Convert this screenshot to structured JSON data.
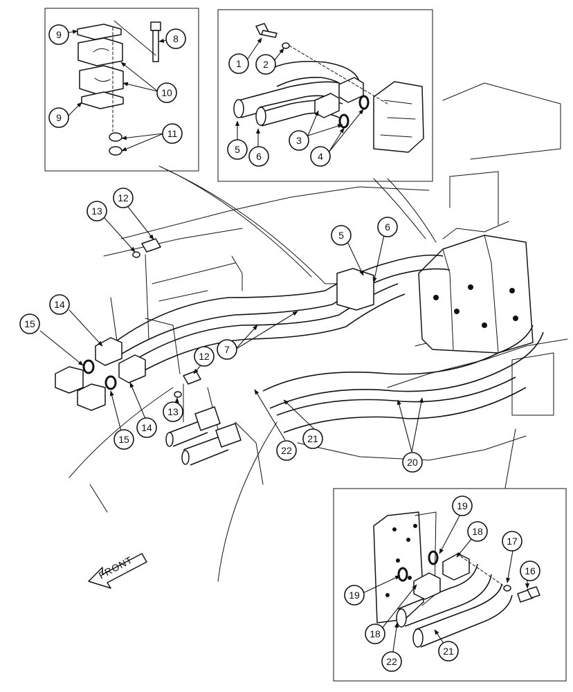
{
  "front_label": "FRONT",
  "callouts": [
    "1",
    "2",
    "3",
    "4",
    "5",
    "6",
    "7",
    "8",
    "9",
    "10",
    "11",
    "12",
    "13",
    "14",
    "15",
    "16",
    "17",
    "18",
    "19",
    "20",
    "21",
    "22"
  ]
}
